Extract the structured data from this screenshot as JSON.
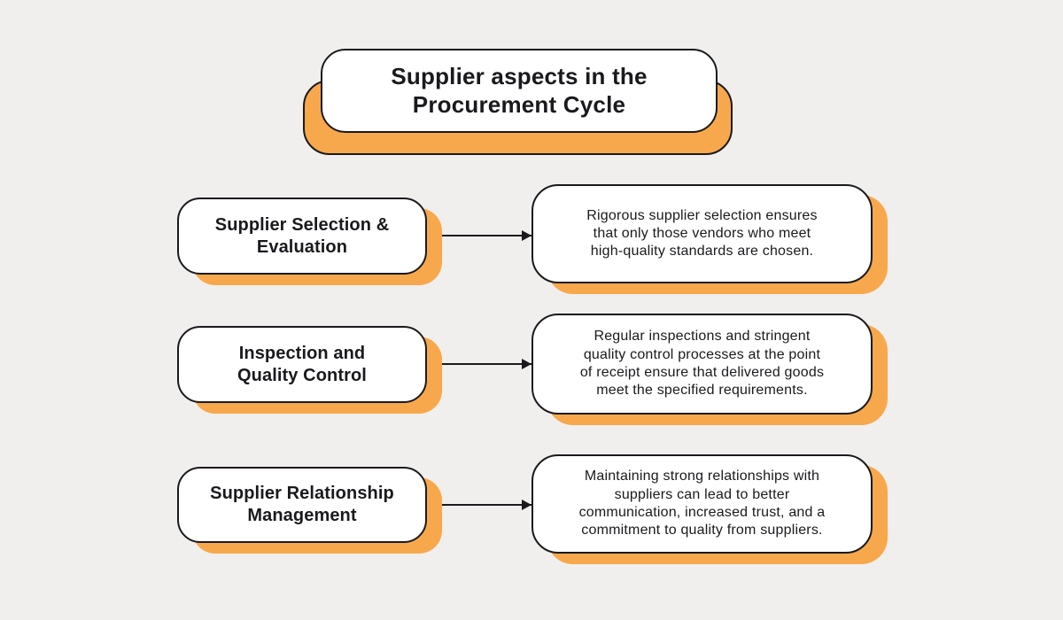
{
  "palette": {
    "background": "#F0EFED",
    "accent_orange": "#F8A84C",
    "ink": "#1A1A1E",
    "card_white": "#FFFFFF"
  },
  "title": {
    "text": "Supplier aspects in the\nProcurement Cycle"
  },
  "rows": [
    {
      "heading": "Supplier Selection &\nEvaluation",
      "description": "Rigorous supplier selection ensures\nthat only those vendors who meet\nhigh-quality standards are chosen."
    },
    {
      "heading": "Inspection and\nQuality Control",
      "description": "Regular inspections and stringent\nquality control processes at the point\nof receipt ensure that delivered goods\nmeet the specified requirements."
    },
    {
      "heading": "Supplier Relationship\nManagement",
      "description": "Maintaining strong relationships with\nsuppliers can lead to better\ncommunication, increased trust, and a\ncommitment to quality from suppliers."
    }
  ]
}
